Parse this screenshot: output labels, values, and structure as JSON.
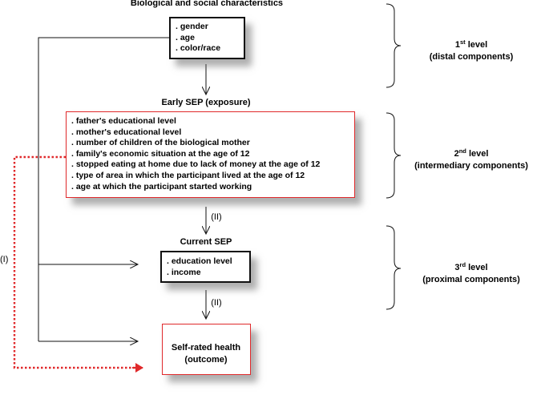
{
  "top": {
    "title": "Biological and social characteristics",
    "items": [
      ". gender",
      ". age",
      ". color/race"
    ]
  },
  "early": {
    "title": "Early SEP (exposure)",
    "items": [
      ". father's educational level",
      ". mother's educational level",
      ". number of children of the biological mother",
      ". family's economic situation at the age of 12",
      ". stopped eating at home due to lack of money at the age of 12",
      ". type of area in which the participant lived at the age of 12",
      ". age at which the participant started working"
    ]
  },
  "current": {
    "title": "Current SEP",
    "items": [
      ". education level",
      ". income"
    ]
  },
  "outcome": {
    "line1": "Self-rated health",
    "line2": "(outcome)"
  },
  "path_labels": {
    "mediated_1": "(II)",
    "mediated_2": "(II)",
    "direct": "(I)"
  },
  "levels": [
    {
      "ord": "1",
      "sup": "st",
      "word": "level",
      "desc": "(distal components)"
    },
    {
      "ord": "2",
      "sup": "nd",
      "word": "level",
      "desc": "(intermediary components)"
    },
    {
      "ord": "3",
      "sup": "rd",
      "word": "level",
      "desc": "(proximal components)"
    }
  ],
  "colors": {
    "red": "#e0292b",
    "line": "#111111"
  }
}
